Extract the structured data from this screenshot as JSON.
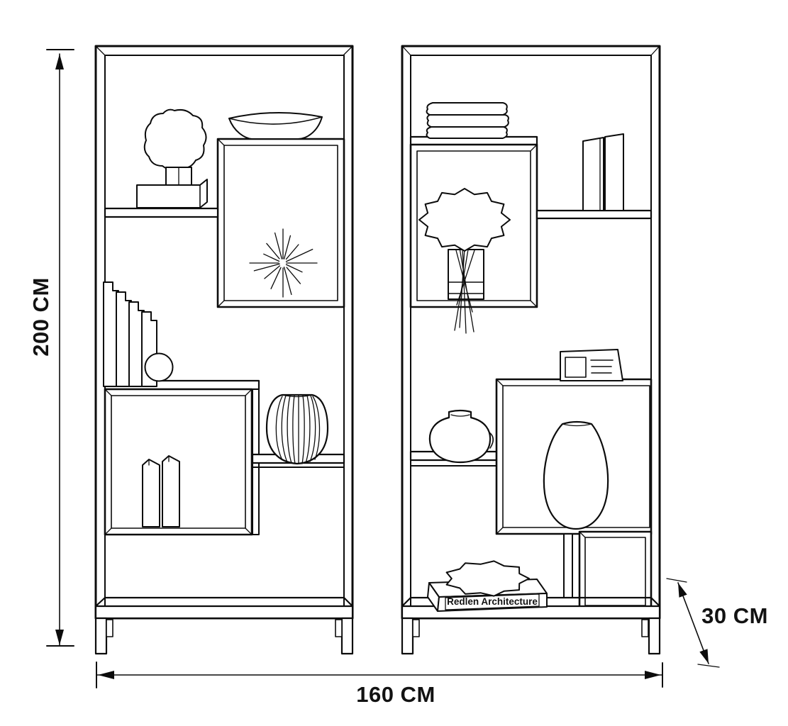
{
  "document": {
    "background_color": "#ffffff",
    "line_color": "#0c0c0c",
    "type": "furniture dimension drawing"
  },
  "drawing": {
    "left_unit_items": [
      "topiary-sculpture",
      "decorative-bowl",
      "starburst-ornament",
      "leaning-books",
      "sphere-ornament",
      "standing-books-pair",
      "striped-gourd-vase"
    ],
    "right_unit_items": [
      "book-stack",
      "flower-bouquet-vase",
      "standing-books",
      "desk-frame",
      "round-jug-vase",
      "teardrop-vase",
      "coral-on-book"
    ],
    "book_spine_text": "Redlen Architecture"
  },
  "dimensions": {
    "height_label": "200 CM",
    "width_label": "160 CM",
    "depth_label": "30 CM"
  }
}
